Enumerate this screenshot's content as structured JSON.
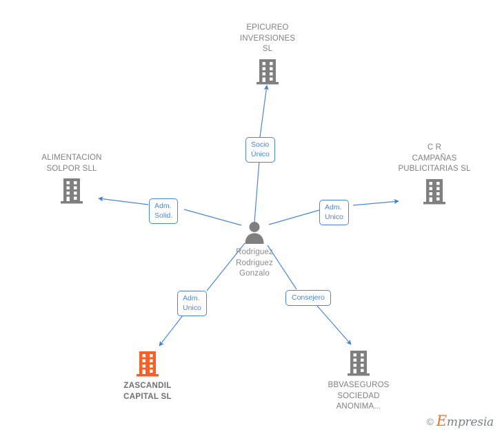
{
  "diagram": {
    "title": "Rodriguez Rodriguez Gonzalo - corporate relationships",
    "accent_color": "#4a86d8",
    "node_color": "#7f7f7f",
    "highlight_color": "#f4622a",
    "label_text_color": "#808080"
  },
  "center": {
    "name": "Rodriguez\nRodriguez\nGonzalo",
    "icon": "person-icon"
  },
  "nodes": [
    {
      "id": "epicureo",
      "name": "EPICUREO\nINVERSIONES\nSL",
      "icon": "building-icon",
      "highlight": false
    },
    {
      "id": "alimentacion-solpor",
      "name": "ALIMENTACION\nSOLPOR SLL",
      "icon": "building-icon",
      "highlight": false
    },
    {
      "id": "cr-campanas",
      "name": "C R\nCAMPAÑAS\nPUBLICITARIAS SL",
      "icon": "building-icon",
      "highlight": false
    },
    {
      "id": "zascandil",
      "name": "ZASCANDIL\nCAPITAL  SL",
      "icon": "building-icon",
      "highlight": true
    },
    {
      "id": "bbvaseguros",
      "name": "BBVASEGUROS\nSOCIEDAD\nANONIMA...",
      "icon": "building-icon",
      "highlight": false
    }
  ],
  "relations": [
    {
      "id": "rel-epicureo",
      "label": "Socio\nÚnico",
      "target": "epicureo"
    },
    {
      "id": "rel-alimentacion",
      "label": "Adm.\nSolid.",
      "target": "alimentacion-solpor"
    },
    {
      "id": "rel-cr",
      "label": "Adm.\nUnico",
      "target": "cr-campanas"
    },
    {
      "id": "rel-zascandil",
      "label": "Adm.\nUnico",
      "target": "zascandil"
    },
    {
      "id": "rel-bbvaseguros",
      "label": "Consejero",
      "target": "bbvaseguros"
    }
  ],
  "watermark": {
    "copyright": "©",
    "brand_initial": "E",
    "brand_rest": "mpresia"
  }
}
